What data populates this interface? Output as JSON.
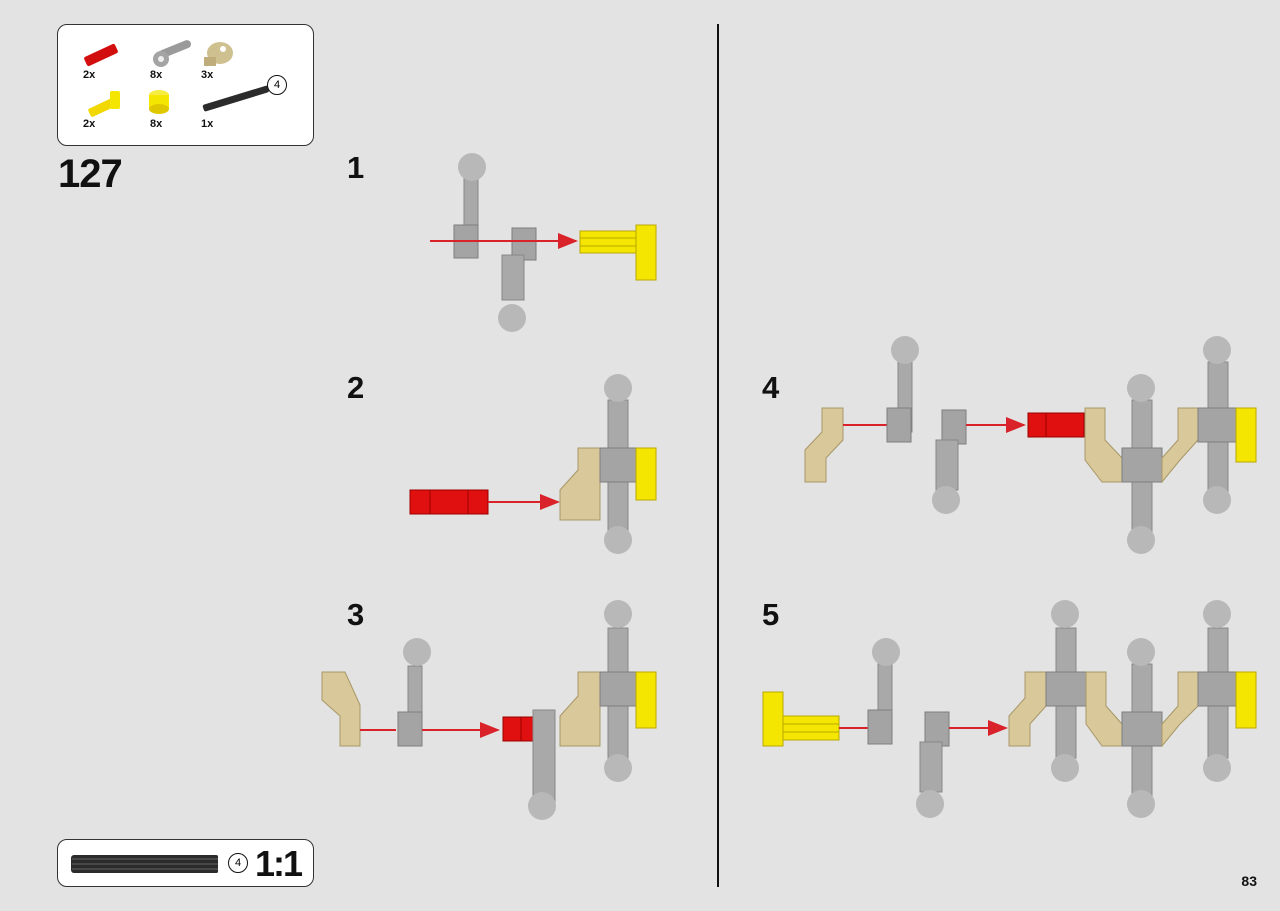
{
  "step_number": "127",
  "page_number": "83",
  "parts": [
    {
      "qty": "2x",
      "icon": "red-axle-pin-icon"
    },
    {
      "qty": "8x",
      "icon": "gray-ball-link-icon"
    },
    {
      "qty": "3x",
      "icon": "tan-connector-icon"
    },
    {
      "qty": "2x",
      "icon": "yellow-axle-stop-icon"
    },
    {
      "qty": "8x",
      "icon": "yellow-bush-icon"
    },
    {
      "qty": "1x",
      "icon": "black-axle-icon"
    }
  ],
  "axle_length": "4",
  "scale": {
    "label": "1:1",
    "axle_length": "4"
  },
  "substeps": [
    "1",
    "2",
    "3",
    "4",
    "5"
  ],
  "colors": {
    "background": "#e3e3e3",
    "gray": "#a9a9a9",
    "tan": "#d8c89a",
    "yellow": "#f4e600",
    "red": "#e01010",
    "arrow": "#d9222a"
  }
}
